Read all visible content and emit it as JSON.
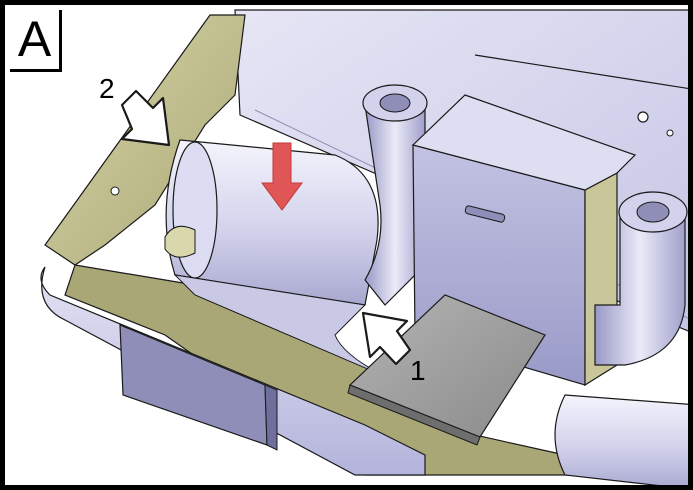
{
  "panel": {
    "letter": "A"
  },
  "callouts": [
    {
      "id": "1",
      "label": "1"
    },
    {
      "id": "2",
      "label": "2"
    }
  ],
  "colors": {
    "housing": "#c9c79a",
    "housing_dark": "#8f8c55",
    "metal": "#c8c8ea",
    "metal_dark": "#8e8eb8",
    "plate": "#9e9e9e",
    "arrow_red": "#e05555",
    "arrow_white": "#ffffff",
    "outline": "#1a1a1a"
  }
}
